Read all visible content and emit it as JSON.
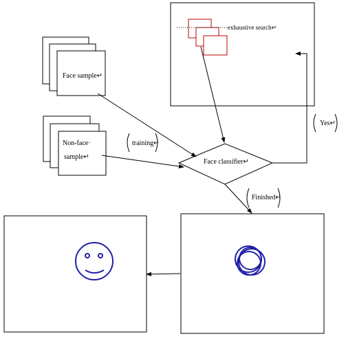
{
  "labels": {
    "face_sample": "Face sample↵",
    "nonface_line1": "Non-face·",
    "nonface_line2": "sample↵",
    "training": "training↵",
    "face_classifier": "Face classifier↵",
    "exhaustive_search": "·························exhaustive search↵",
    "yes": "Yes↵",
    "finished": "Finished↵"
  },
  "colors": {
    "line": "#000000",
    "search_window": "#c00000",
    "face_drawing": "#1f1fa8"
  },
  "icons": {
    "smiley": "smiley-face-icon",
    "overlap": "overlapping-circles-icon"
  }
}
